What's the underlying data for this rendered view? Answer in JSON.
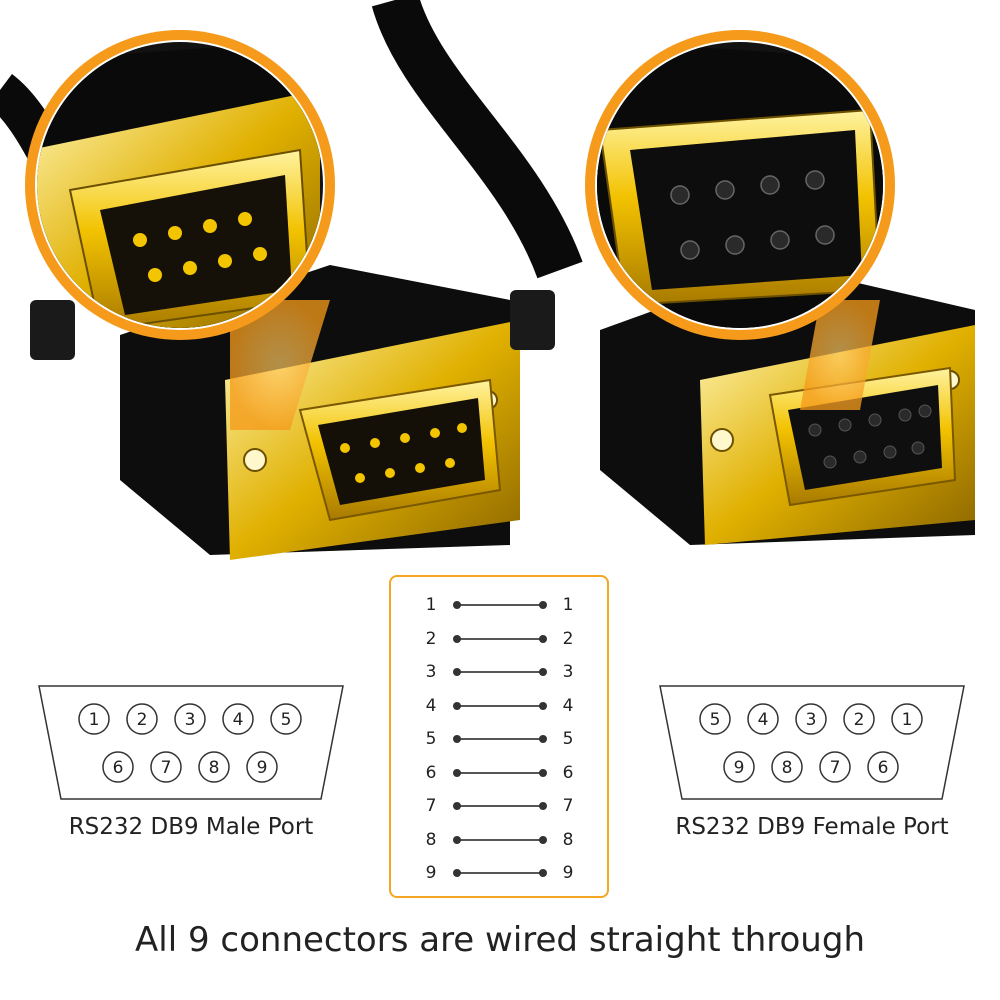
{
  "male_port": {
    "label": "RS232 DB9 Male Port",
    "top_row": [
      "1",
      "2",
      "3",
      "4",
      "5"
    ],
    "bottom_row": [
      "6",
      "7",
      "8",
      "9"
    ]
  },
  "female_port": {
    "label": "RS232 DB9 Female Port",
    "top_row": [
      "5",
      "4",
      "3",
      "2",
      "1"
    ],
    "bottom_row": [
      "9",
      "8",
      "7",
      "6"
    ]
  },
  "wiring": [
    {
      "left": "1",
      "right": "1"
    },
    {
      "left": "2",
      "right": "2"
    },
    {
      "left": "3",
      "right": "3"
    },
    {
      "left": "4",
      "right": "4"
    },
    {
      "left": "5",
      "right": "5"
    },
    {
      "left": "6",
      "right": "6"
    },
    {
      "left": "7",
      "right": "7"
    },
    {
      "left": "8",
      "right": "8"
    },
    {
      "left": "9",
      "right": "9"
    }
  ],
  "caption": "All 9 connectors are wired straight through",
  "colors": {
    "accent_orange": "#f5a623",
    "gold": "#e8b800",
    "connector_black": "#111111"
  }
}
